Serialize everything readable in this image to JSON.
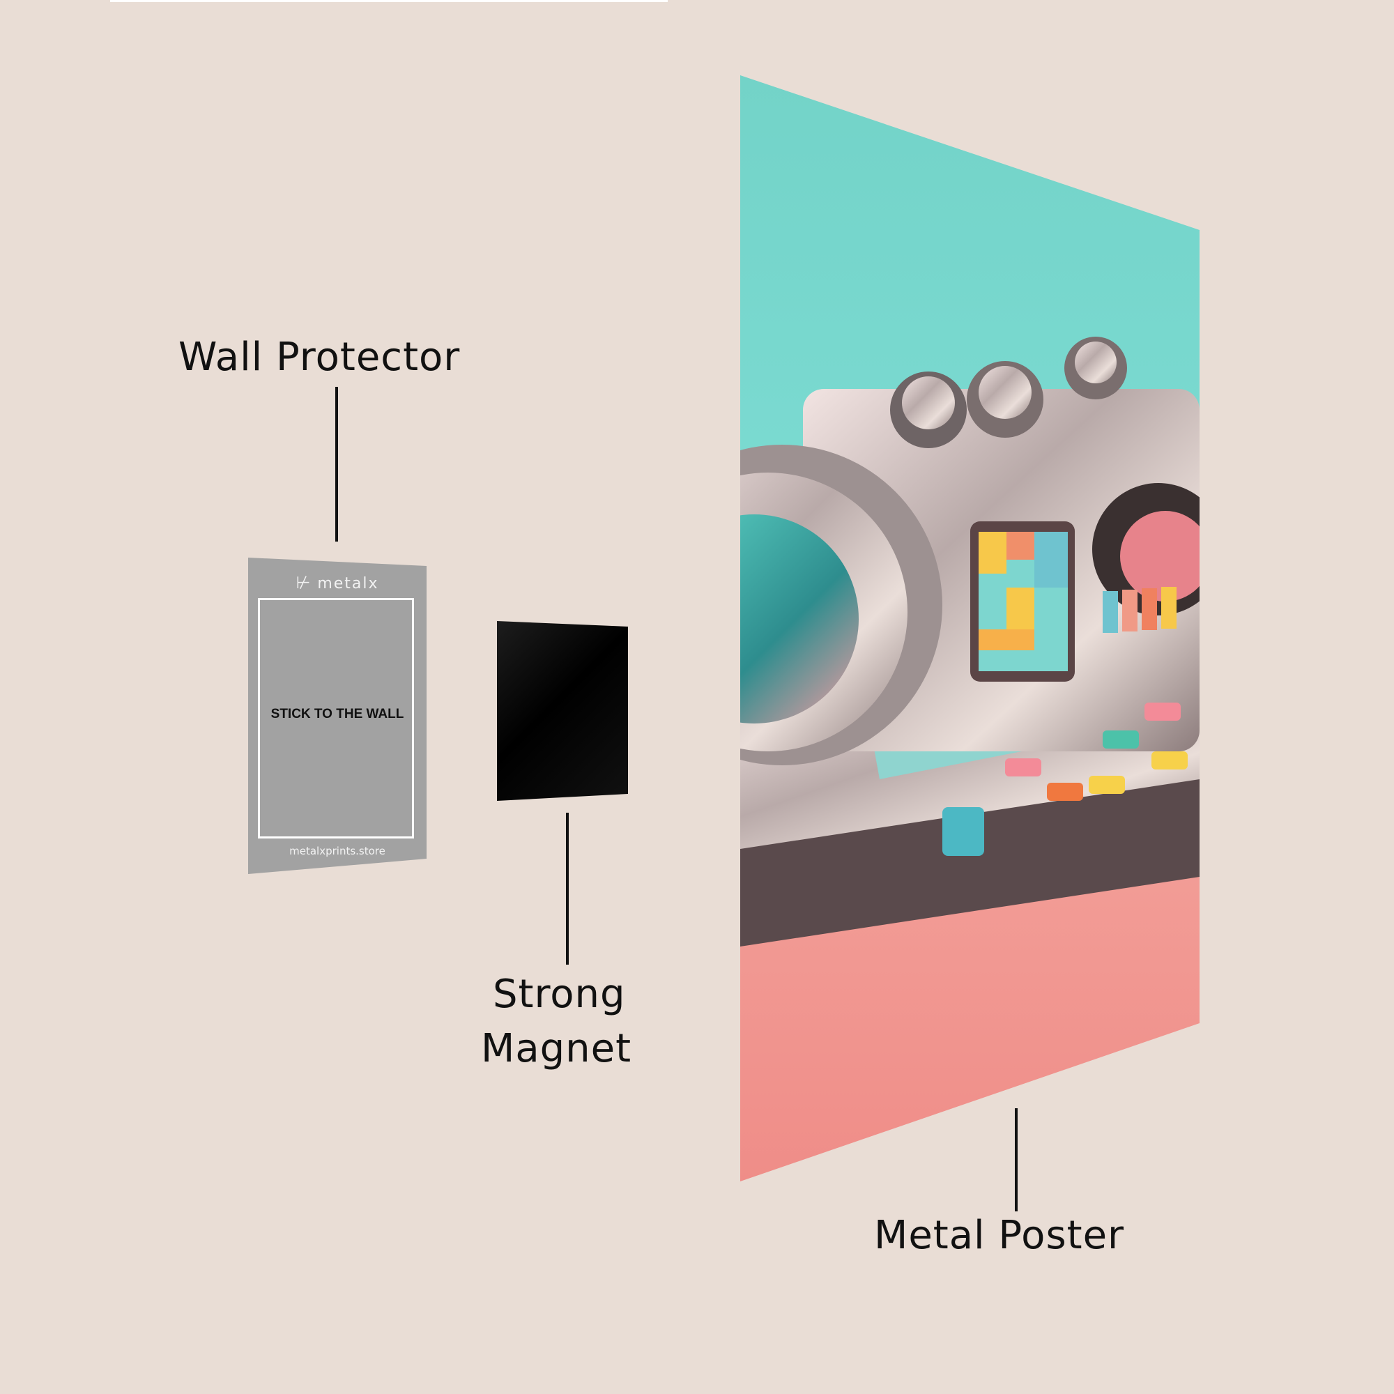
{
  "labels": {
    "wall_protector": "Wall Protector",
    "strong_magnet_line1": "Strong",
    "strong_magnet_line2": "Magnet",
    "metal_poster": "Metal Poster"
  },
  "wall_protector_card": {
    "brand": "metalx",
    "brand_mark": "⊬",
    "instruction": "STICK TO THE WALL",
    "url": "metalxprints.store"
  },
  "colors": {
    "background": "#e9ddd5",
    "poster_teal": "#6fd6cc",
    "poster_pink": "#f0928c",
    "protector_gray": "#a2a2a2",
    "magnet_black": "#000000"
  }
}
